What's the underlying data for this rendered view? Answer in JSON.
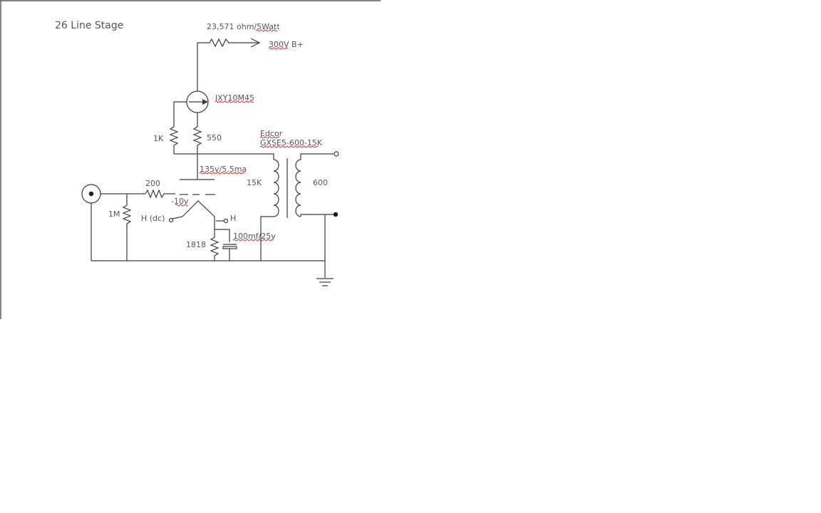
{
  "title": "26 Line Stage",
  "labels": {
    "b_plus_resistor": "23,571 ohm/5Watt",
    "b_plus": "300V B+",
    "ccs": "IXY10M45",
    "r_1k": "1K",
    "r_550": "550",
    "xfmr_brand": "Edcor",
    "xfmr_model": "GXSE5-600-15K",
    "op_point": "135v/5.5ma",
    "r_200": "200",
    "grid_bias": "-10v",
    "primary": "15K",
    "secondary": "600",
    "r_1m": "1M",
    "heater_dc": "H (dc)",
    "heater": "H",
    "cap": "100mf/25v",
    "r_1818": "1818"
  },
  "colors": {
    "wire": "#3a3a3a",
    "text": "#555555",
    "spellcheck": "#d42020"
  }
}
